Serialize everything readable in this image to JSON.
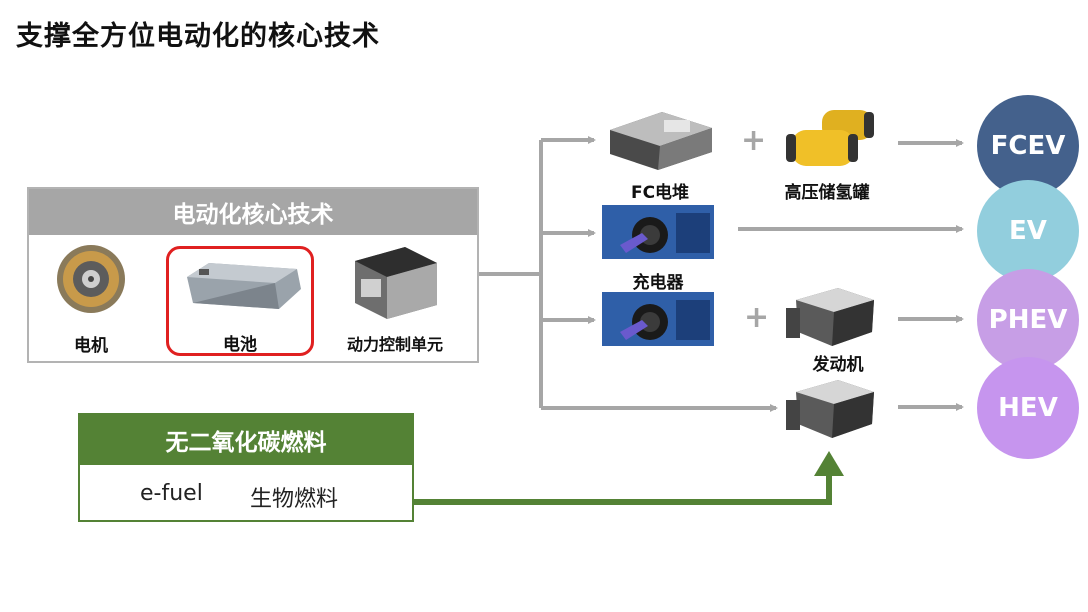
{
  "title": "支撑全方位电动化的核心技术",
  "core": {
    "header": "电动化核心技术",
    "items": [
      {
        "label": "电机",
        "icon": "motor-icon"
      },
      {
        "label": "电池",
        "icon": "battery-icon",
        "highlighted": true
      },
      {
        "label": "动力控制单元",
        "icon": "power-control-unit-icon"
      }
    ],
    "highlight_color": "#e02020"
  },
  "fuels": {
    "header": "无二氧化碳燃料",
    "items": [
      "e-fuel",
      "生物燃料"
    ],
    "color": "#548235"
  },
  "components": {
    "fc_stack": "FC电堆",
    "tank": "高压储氢罐",
    "charger": "充电器",
    "engine": "发动机",
    "plus": "+"
  },
  "vehicles": [
    {
      "label": "FCEV",
      "color": "#44618c"
    },
    {
      "label": "EV",
      "color": "#92cedd"
    },
    {
      "label": "PHEV",
      "color": "#c79ee6"
    },
    {
      "label": "HEV",
      "color": "#c695ee"
    }
  ]
}
